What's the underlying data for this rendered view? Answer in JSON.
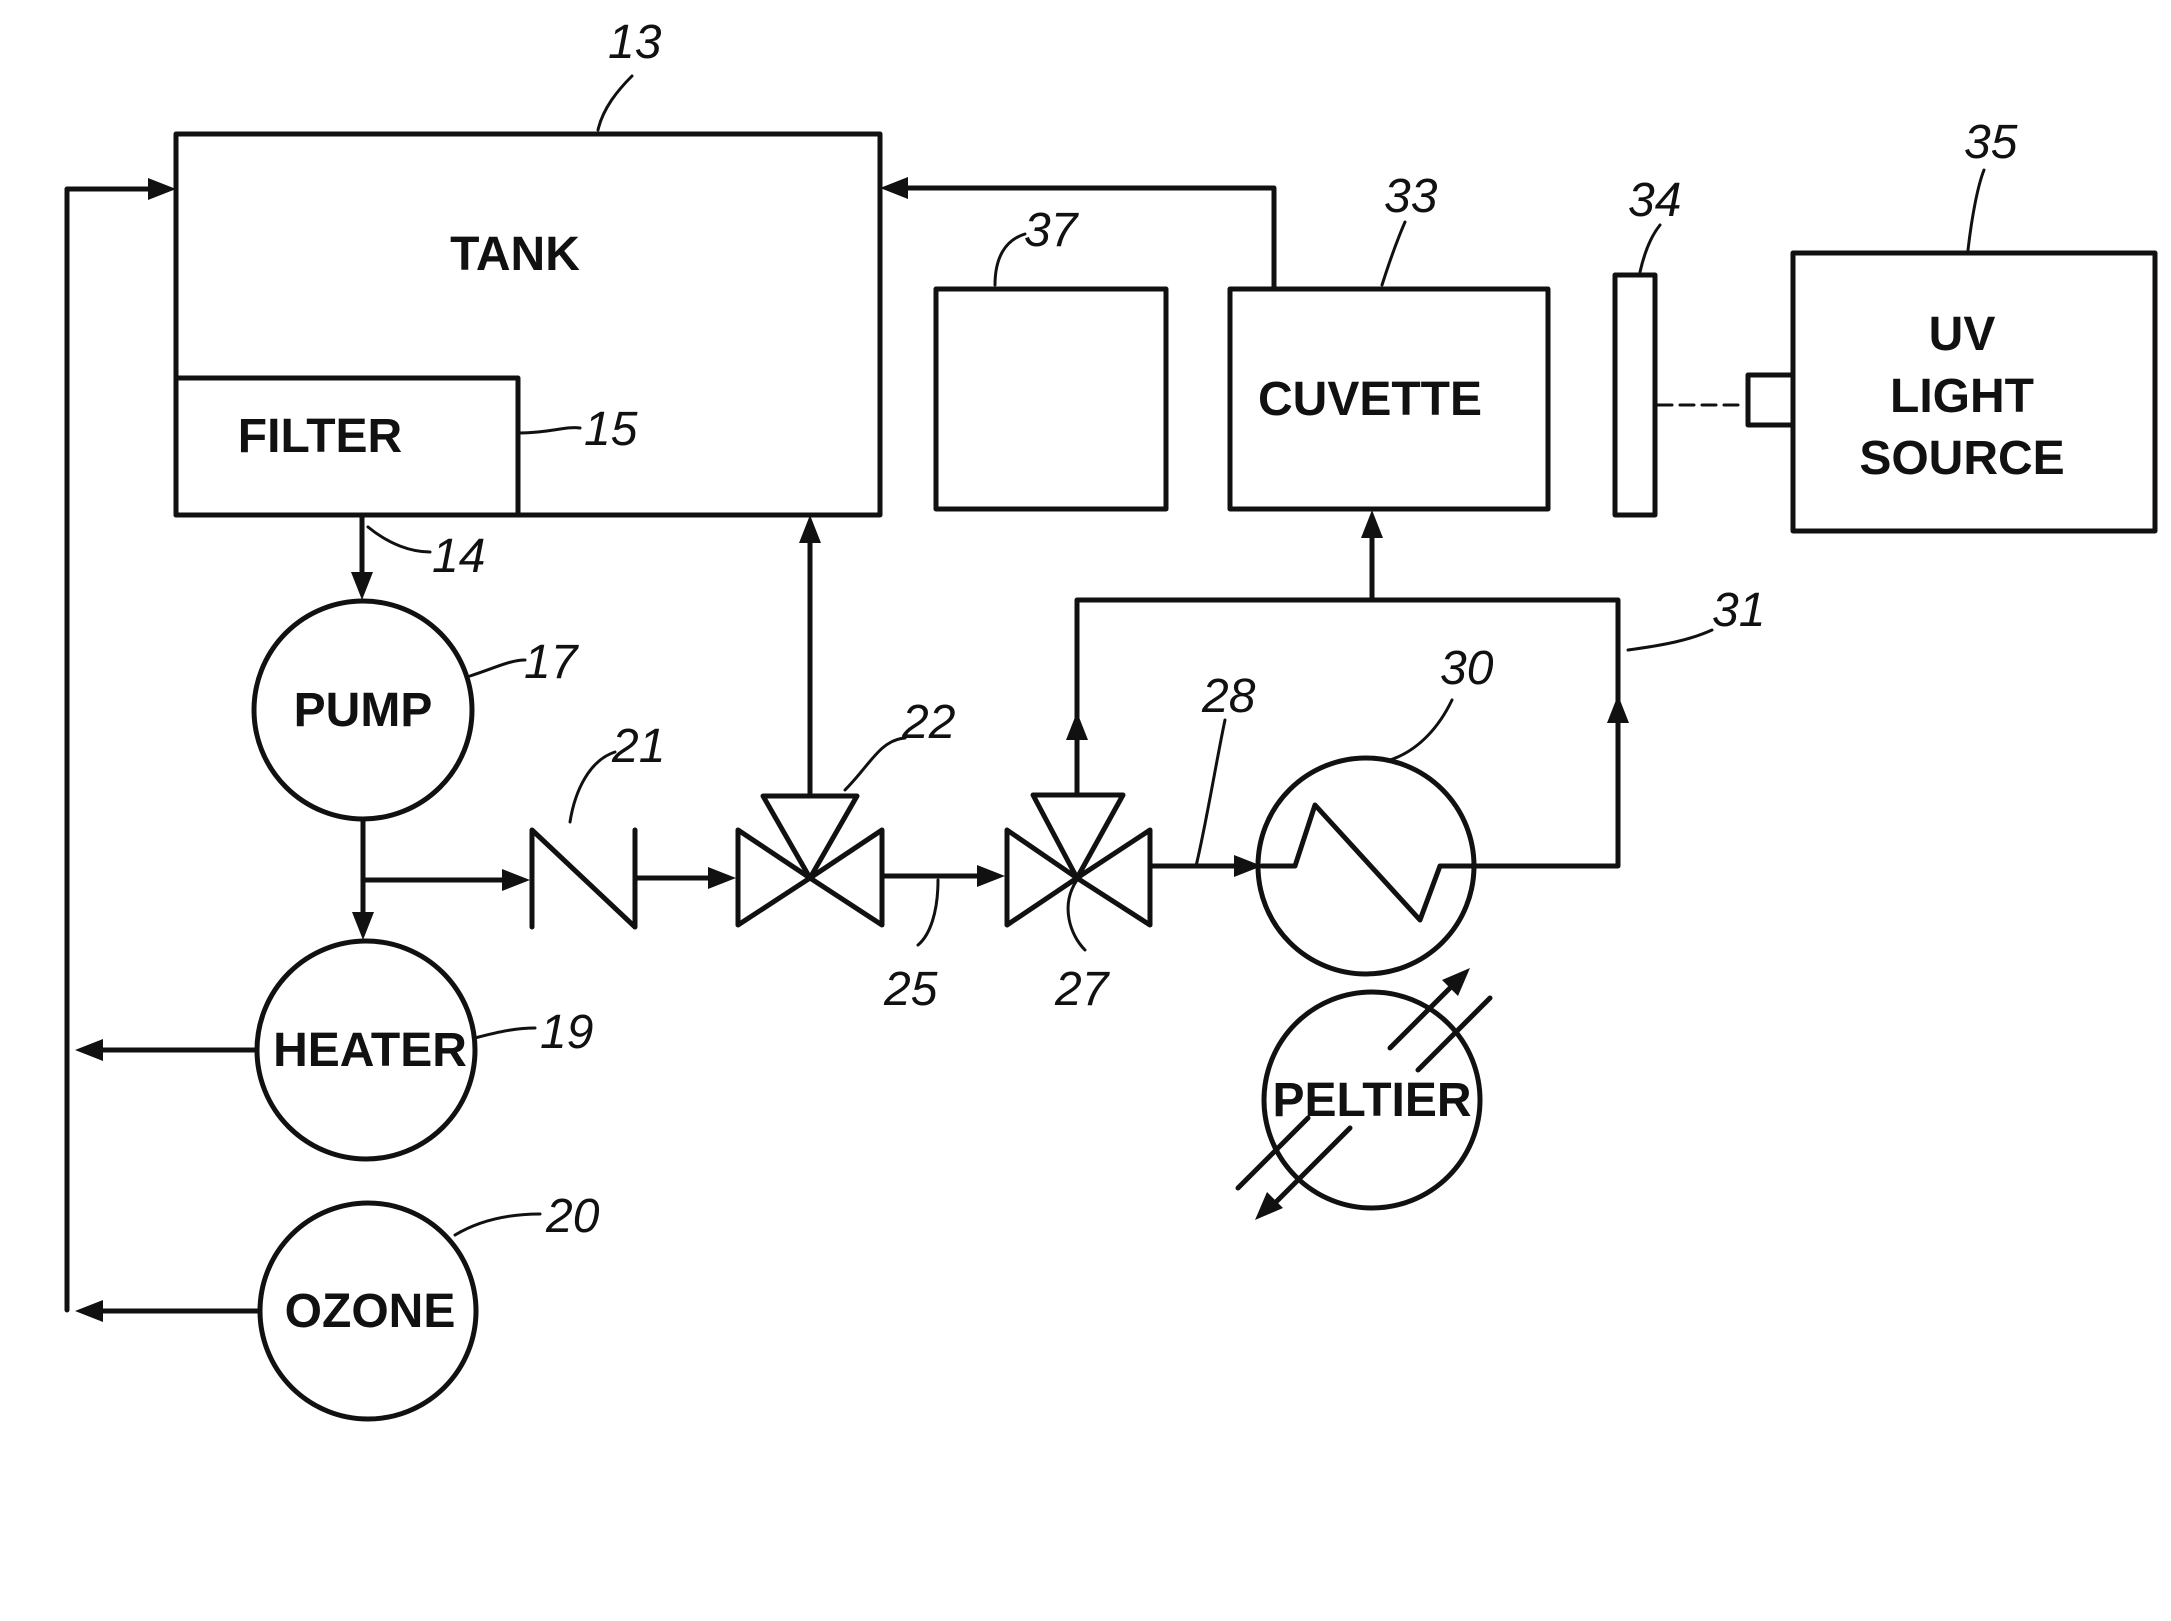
{
  "components": {
    "tank": "TANK",
    "filter": "FILTER",
    "pump": "PUMP",
    "heater": "HEATER",
    "ozone": "OZONE",
    "cuvette": "CUVETTE",
    "uv_line1": "UV",
    "uv_line2": "LIGHT",
    "uv_line3": "SOURCE",
    "peltier": "PELTIER"
  },
  "refs": {
    "r13": "13",
    "r14": "14",
    "r15": "15",
    "r17": "17",
    "r19": "19",
    "r20": "20",
    "r21": "21",
    "r22": "22",
    "r25": "25",
    "r27": "27",
    "r28": "28",
    "r30": "30",
    "r31": "31",
    "r33": "33",
    "r34": "34",
    "r35": "35",
    "r37": "37"
  }
}
